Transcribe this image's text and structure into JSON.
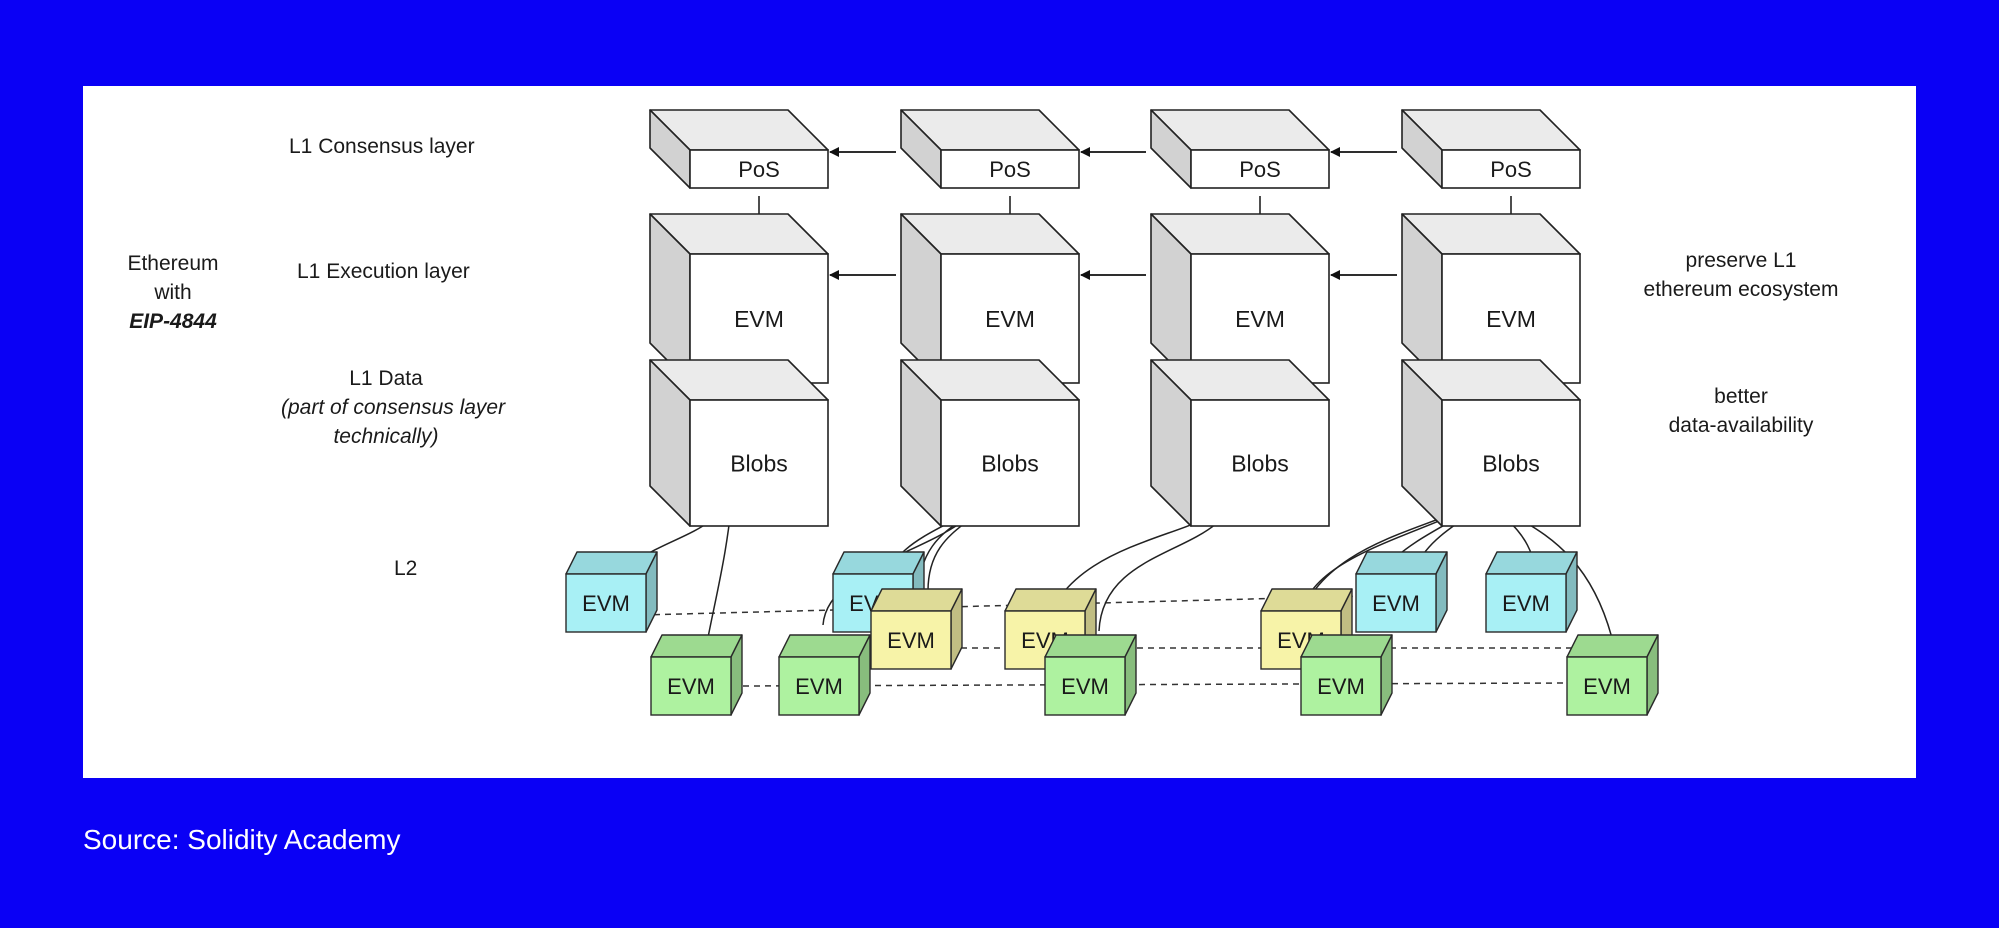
{
  "rows": {
    "consensus": "L1 Consensus layer",
    "execution": "L1 Execution layer",
    "data": {
      "title": "L1 Data",
      "note_line1": "(part of consensus layer",
      "note_line2": "technically)"
    },
    "l2": "L2"
  },
  "left_group": {
    "line1": "Ethereum",
    "line2": "with",
    "line3": "EIP-4844"
  },
  "right_notes": {
    "execution_line1": "preserve L1",
    "execution_line2": "ethereum ecosystem",
    "data_line1": "better",
    "data_line2": "data-availability"
  },
  "blocks": {
    "pos_label": "PoS",
    "evm_label": "EVM",
    "blobs_label": "Blobs",
    "columns": 4
  },
  "l2_block_label": "EVM",
  "colors": {
    "background": "#0a00f5",
    "panel": "#ffffff",
    "l1_block_top": "#ebebeb",
    "l1_block_front": "#ffffff",
    "l2_cyan": "#a8f0f5",
    "l2_yellow": "#f7f3a8",
    "l2_green": "#aef2a0"
  },
  "source": "Source: Solidity Academy"
}
